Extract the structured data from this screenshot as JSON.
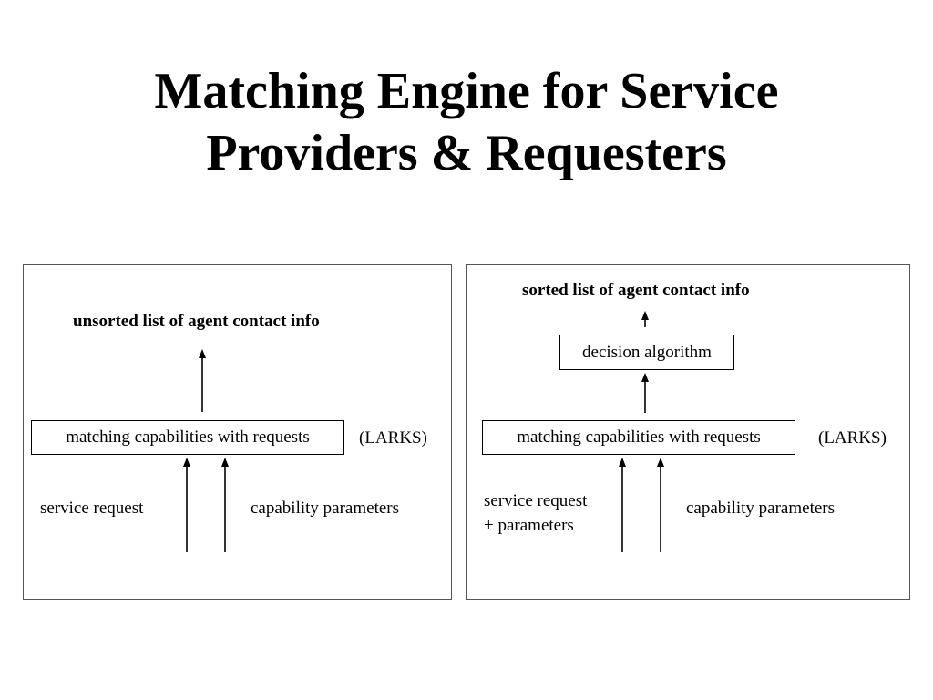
{
  "title": {
    "line1": "Matching Engine for Service",
    "line2": "Providers & Requesters"
  },
  "left_panel": {
    "output_label": "unsorted list of agent contact info",
    "matcher_box": "matching capabilities with requests",
    "matcher_tag": "(LARKS)",
    "input_request": "service request",
    "input_capability": "capability parameters"
  },
  "right_panel": {
    "output_label": "sorted list of agent contact info",
    "decision_box": "decision algorithm",
    "matcher_box": "matching capabilities with requests",
    "matcher_tag": "(LARKS)",
    "input_request_line1": "service request",
    "input_request_line2": "+ parameters",
    "input_capability": "capability parameters"
  }
}
